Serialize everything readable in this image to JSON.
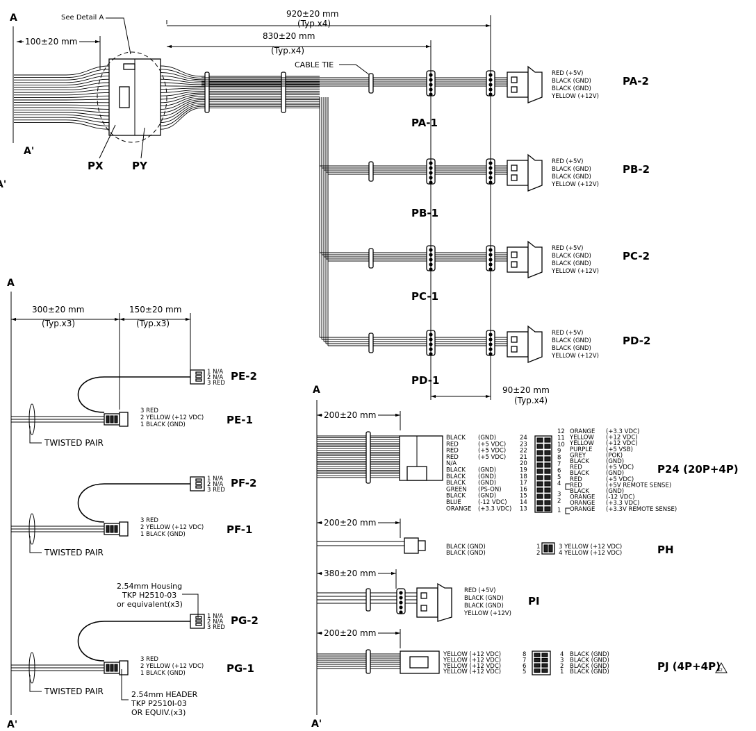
{
  "sections": {
    "top": {
      "a": "A",
      "a_prime": "A'",
      "a_prime_edge": "A'"
    },
    "left": {
      "a": "A",
      "a_prime": "A'"
    },
    "right": {
      "a": "A",
      "a_prime": "A'"
    }
  },
  "main": {
    "see_detail": "See Detail A",
    "dim_100": "100±20 mm",
    "dim_920": "920±20 mm",
    "dim_920_typ": "(Typ.x4)",
    "dim_830": "830±20 mm",
    "dim_830_typ": "(Typ.x4)",
    "cable_tie": "CABLE TIE",
    "px": "PX",
    "py": "PY",
    "dim_90": "90±20 mm",
    "dim_90_typ": "(Typ.x4)"
  },
  "molex_connectors": [
    {
      "near": "PA-1",
      "far": "PA-2",
      "pins": [
        "RED (+5V)",
        "BLACK (GND)",
        "BLACK (GND)",
        "YELLOW (+12V)"
      ]
    },
    {
      "near": "PB-1",
      "far": "PB-2",
      "pins": [
        "RED (+5V)",
        "BLACK (GND)",
        "BLACK (GND)",
        "YELLOW (+12V)"
      ]
    },
    {
      "near": "PC-1",
      "far": "PC-2",
      "pins": [
        "RED (+5V)",
        "BLACK (GND)",
        "BLACK (GND)",
        "YELLOW (+12V)"
      ]
    },
    {
      "near": "PD-1",
      "far": "PD-2",
      "pins": [
        "RED (+5V)",
        "BLACK (GND)",
        "BLACK (GND)",
        "YELLOW (+12V)"
      ]
    }
  ],
  "left_panel": {
    "dim_300": "300±20 mm",
    "dim_300_typ": "(Typ.x3)",
    "dim_150": "150±20 mm",
    "dim_150_typ": "(Typ.x3)",
    "twisted_pair": "TWISTED PAIR",
    "housing_note": [
      "2.54mm Housing",
      "TKP H2510-03",
      "or equivalent(x3)"
    ],
    "header_note": [
      "2.54mm HEADER",
      "TKP P2510I-03",
      "OR EQUIV.(x3)"
    ],
    "fans": [
      {
        "far": "PE-2",
        "near": "PE-1"
      },
      {
        "far": "PF-2",
        "near": "PF-1"
      },
      {
        "far": "PG-2",
        "near": "PG-1"
      }
    ],
    "far_pins": [
      "1 N/A",
      "2 N/A",
      "3 RED"
    ],
    "near_pins": [
      "3 RED",
      "2 YELLOW (+12 VDC)",
      "1 BLACK (GND)"
    ]
  },
  "right_panel": {
    "dim_200a": "200±20 mm",
    "dim_200b": "200±20 mm",
    "dim_380": "380±20 mm",
    "dim_200c": "200±20 mm",
    "p24": {
      "label": "P24 (20P+4P)",
      "left_names": [
        "BLACK",
        "RED",
        "RED",
        "RED",
        "N/A",
        "BLACK",
        "BLACK",
        "BLACK",
        "GREEN",
        "BLACK",
        "BLUE",
        "ORANGE"
      ],
      "left_values": [
        "(GND)",
        "(+5 VDC)",
        "(+5 VDC)",
        "(+5 VDC)",
        "",
        "(GND)",
        "(GND)",
        "(GND)",
        "(PS-ON)",
        "(GND)",
        "(-12 VDC)",
        "(+3.3 VDC)"
      ],
      "left_nums": [
        "24",
        "23",
        "22",
        "21",
        "20",
        "19",
        "18",
        "17",
        "16",
        "15",
        "14",
        "13"
      ],
      "right_nums": [
        "12",
        "11",
        "10",
        "9",
        "8",
        "7",
        "6",
        "5",
        "4",
        "3",
        "2",
        "1"
      ],
      "right_names": [
        "ORANGE",
        "YELLOW",
        "YELLOW",
        "PURPLE",
        "GREY",
        "BLACK",
        "RED",
        "BLACK",
        "RED",
        "RED",
        "BLACK",
        "ORANGE",
        "ORANGE",
        "ORANGE"
      ],
      "right_values": [
        "(+3.3 VDC)",
        "(+12 VDC)",
        "(+12 VDC)",
        "(+5 VSB)",
        "(POK)",
        "(GND)",
        "(+5 VDC)",
        "(GND)",
        "(+5 VDC)",
        "(+5V REMOTE SENSE)",
        "(GND)",
        "(-12 VDC)",
        "(+3.3 VDC)",
        "(+3.3V REMOTE SENSE)"
      ]
    },
    "ph": {
      "label": "PH",
      "left": [
        "BLACK (GND)",
        "BLACK (GND)"
      ],
      "nums": [
        "1",
        "2"
      ],
      "right": [
        "3 YELLOW (+12 VDC)",
        "4 YELLOW (+12 VDC)"
      ]
    },
    "pi": {
      "label": "PI",
      "pins": [
        "RED (+5V)",
        "BLACK (GND)",
        "BLACK (GND)",
        "YELLOW (+12V)"
      ]
    },
    "pj": {
      "label": "PJ (4P+4P)",
      "rev": "B2",
      "left": [
        "YELLOW (+12 VDC)",
        "YELLOW (+12 VDC)",
        "YELLOW (+12 VDC)",
        "YELLOW (+12 VDC)"
      ],
      "left_nums": [
        "8",
        "7",
        "6",
        "5"
      ],
      "right_nums": [
        "4",
        "3",
        "2",
        "1"
      ],
      "right": [
        "BLACK (GND)",
        "BLACK (GND)",
        "BLACK (GND)",
        "BLACK (GND)"
      ]
    }
  }
}
